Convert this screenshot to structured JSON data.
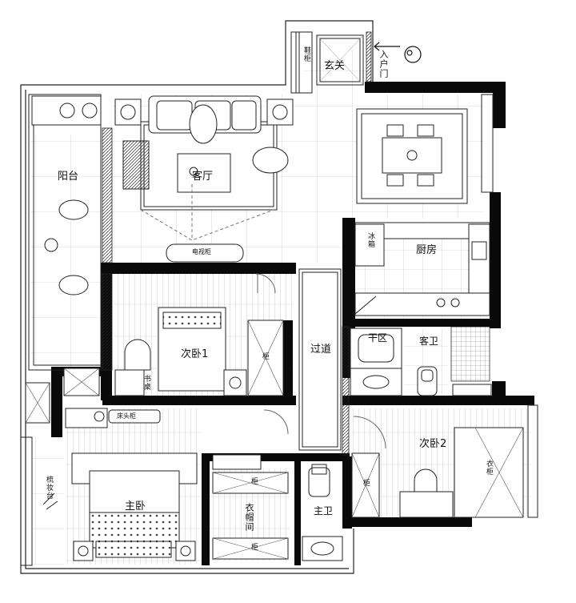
{
  "rooms": {
    "entrance": "玄关",
    "entry_door": "入户门",
    "living": "客厅",
    "balcony": "阳台",
    "kitchen": "厨房",
    "corridor": "过道",
    "dry_zone": "干区",
    "guest_bath": "客卫",
    "second_bedroom_1": "次卧1",
    "second_bedroom_2": "次卧2",
    "master_bedroom": "主卧",
    "walk_in_closet": "衣帽间",
    "master_bath": "主卫"
  },
  "fixtures": {
    "tv_cabinet": "电视柜",
    "fridge": "冰箱",
    "shoe_cabinet": "鞋柜",
    "cabinet": "柜",
    "desk": "书桌",
    "bedside_table": "床头柜",
    "wardrobe": "衣柜",
    "dresser": "梳妆台"
  }
}
